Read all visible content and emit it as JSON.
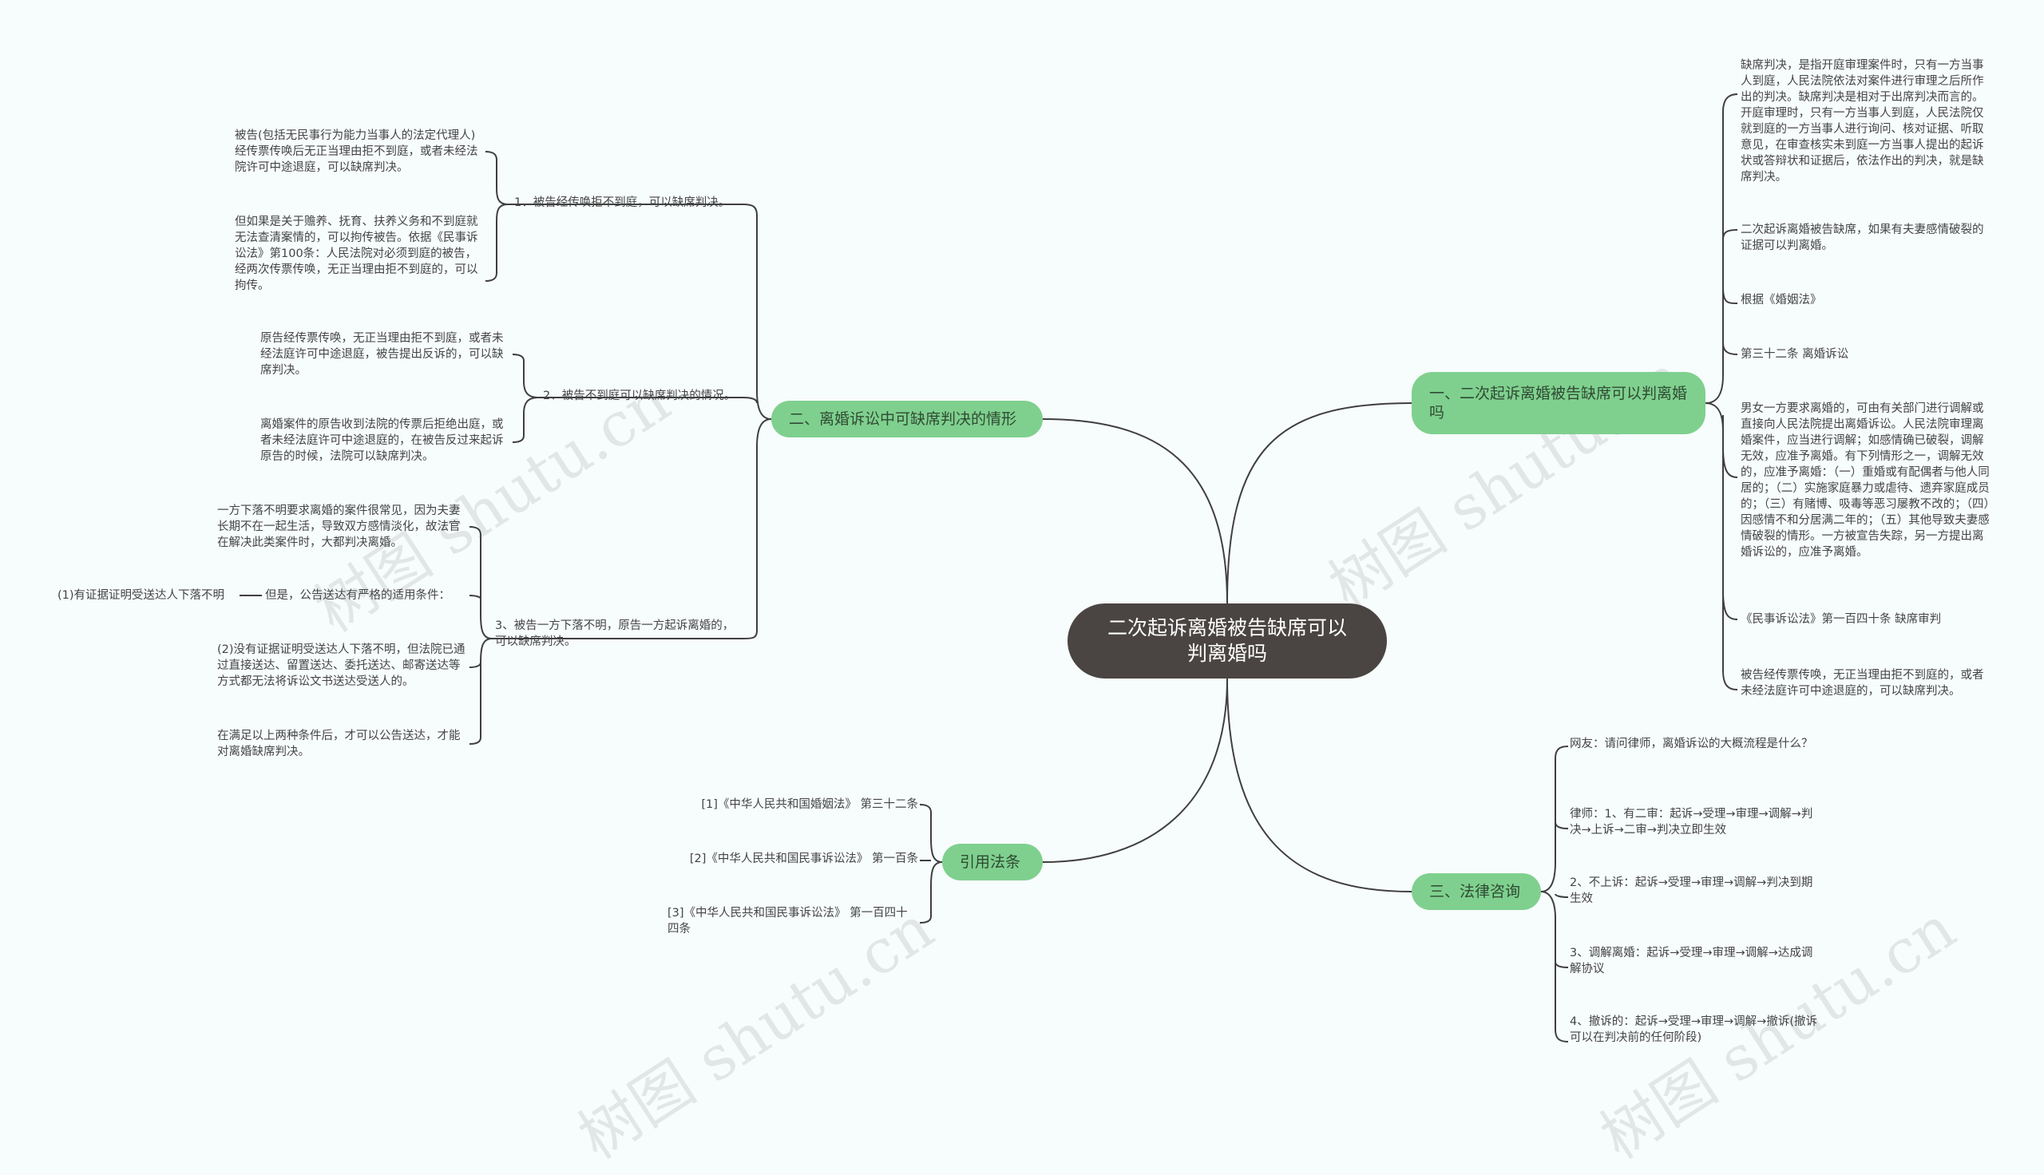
{
  "root": {
    "title": "二次起诉离婚被告缺席可以判离婚吗"
  },
  "right_top": {
    "label": "一、二次起诉离婚被告缺席可以判离婚吗",
    "items": [
      "缺席判决，是指开庭审理案件时，只有一方当事人到庭，人民法院依法对案件进行审理之后所作出的判决。缺席判决是相对于出席判决而言的。开庭审理时，只有一方当事人到庭，人民法院仅就到庭的一方当事人进行询问、核对证据、听取意见，在审查核实未到庭一方当事人提出的起诉状或答辩状和证据后，依法作出的判决，就是缺席判决。",
      "二次起诉离婚被告缺席，如果有夫妻感情破裂的证据可以判离婚。",
      "根据《婚姻法》",
      "第三十二条 离婚诉讼",
      "男女一方要求离婚的，可由有关部门进行调解或直接向人民法院提出离婚诉讼。人民法院审理离婚案件，应当进行调解；如感情确已破裂，调解无效，应准予离婚。有下列情形之一，调解无效的，应准予离婚：（一）重婚或有配偶者与他人同居的；（二）实施家庭暴力或虐待、遗弃家庭成员的；（三）有赌博、吸毒等恶习屡教不改的；（四）因感情不和分居满二年的；（五）其他导致夫妻感情破裂的情形。一方被宣告失踪，另一方提出离婚诉讼的，应准予离婚。",
      "《民事诉讼法》第一百四十条 缺席审判",
      "被告经传票传唤，无正当理由拒不到庭的，或者未经法庭许可中途退庭的，可以缺席判决。"
    ]
  },
  "right_bottom": {
    "label": "三、法律咨询",
    "items": [
      "网友：请问律师，离婚诉讼的大概流程是什么？",
      "律师：1、有二审：起诉→受理→审理→调解→判决→上诉→二审→判决立即生效",
      "2、不上诉：起诉→受理→审理→调解→判决到期生效",
      "3、调解离婚：起诉→受理→审理→调解→达成调解协议",
      "4、撤诉的：起诉→受理→审理→调解→撤诉(撤诉可以在判决前的任何阶段)"
    ]
  },
  "left_top": {
    "label": "二、离婚诉讼中可缺席判决的情形",
    "sub1": {
      "label": "1、被告经传唤拒不到庭，可以缺席判决。",
      "items": [
        "被告(包括无民事行为能力当事人的法定代理人)经传票传唤后无正当理由拒不到庭，或者未经法院许可中途退庭，可以缺席判决。",
        "但如果是关于赡养、抚育、扶养义务和不到庭就无法查清案情的，可以拘传被告。依据《民事诉讼法》第100条：人民法院对必须到庭的被告，经两次传票传唤，无正当理由拒不到庭的，可以拘传。"
      ]
    },
    "sub2": {
      "label": "2、被告不到庭可以缺席判决的情况。",
      "items": [
        "原告经传票传唤，无正当理由拒不到庭，或者未经法庭许可中途退庭，被告提出反诉的，可以缺席判决。",
        "离婚案件的原告收到法院的传票后拒绝出庭，或者未经法庭许可中途退庭的，在被告反过来起诉原告的时候，法院可以缺席判决。"
      ]
    },
    "sub3": {
      "label": "3、被告一方下落不明，原告一方起诉离婚的，可以缺席判决。",
      "items": [
        "一方下落不明要求离婚的案件很常见，因为夫妻长期不在一起生活，导致双方感情淡化，故法官在解决此类案件时，大都判决离婚。",
        "但是，公告送达有严格的适用条件：",
        "(2)没有证据证明受送达人下落不明，但法院已通过直接送达、留置送达、委托送达、邮寄送达等方式都无法将诉讼文书送达受送人的。",
        "在满足以上两种条件后，才可以公告送达，才能对离婚缺席判决。"
      ],
      "cond1": "(1)有证据证明受送达人下落不明"
    }
  },
  "left_bottom": {
    "label": "引用法条",
    "items": [
      "[1]《中华人民共和国婚姻法》 第三十二条",
      "[2]《中华人民共和国民事诉讼法》 第一百条",
      "[3]《中华人民共和国民事诉讼法》 第一百四十四条"
    ]
  },
  "watermark": "树图 shutu.cn",
  "colors": {
    "root_bg": "#4a4542",
    "branch_bg": "#7fd08e",
    "line": "#3f3f3f",
    "background": "#f7fcfd"
  }
}
